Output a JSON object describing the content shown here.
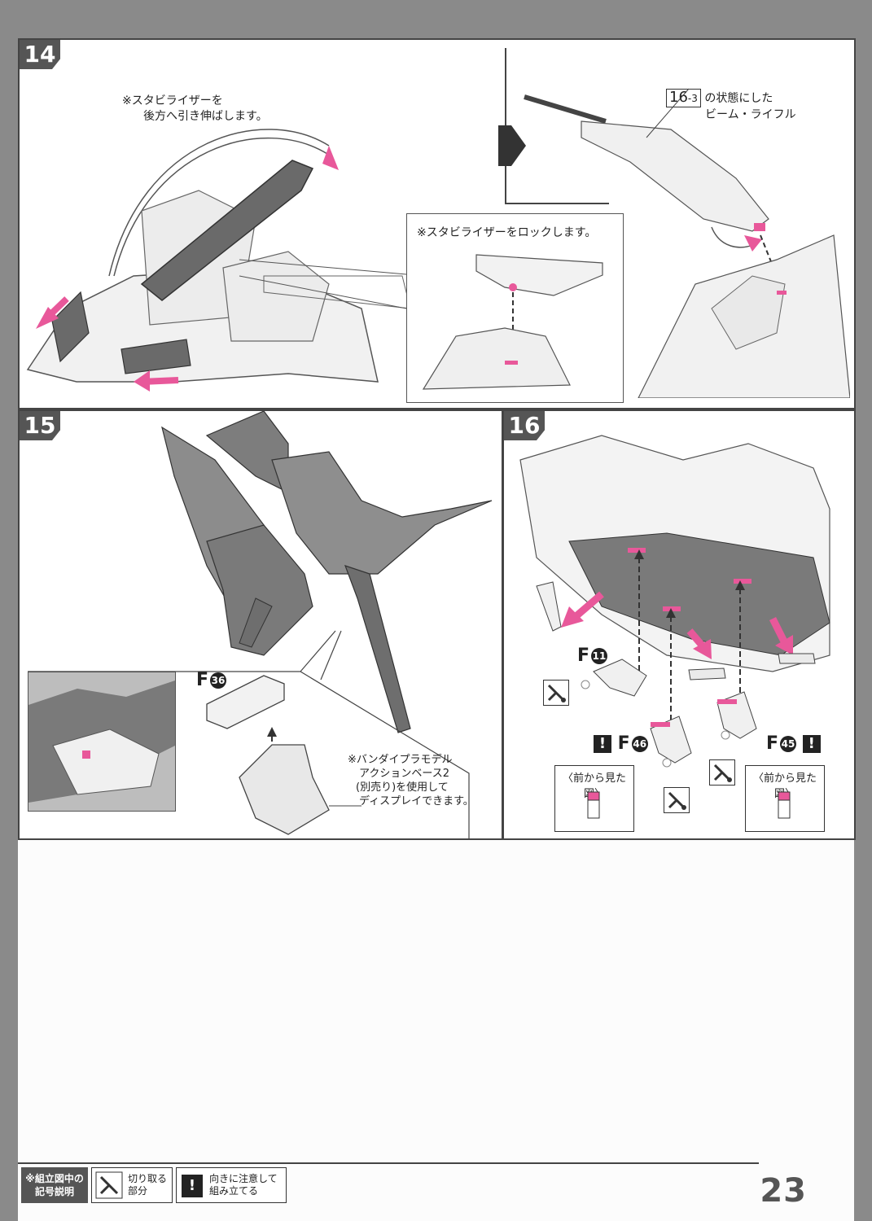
{
  "steps": [
    {
      "number": "14"
    },
    {
      "number": "15"
    },
    {
      "number": "16"
    }
  ],
  "step14": {
    "note_stabilizer_line1": "※スタビライザーを",
    "note_stabilizer_line2": "後方へ引き伸ばします。",
    "lock_note": "※スタビライザーをロックします。",
    "rifle_ref": "16",
    "rifle_ref_sub": "-3",
    "rifle_note_line1": "の状態にした",
    "rifle_note_line2": "ビーム・ライフル"
  },
  "step15": {
    "part": "F",
    "part_num": "36",
    "note_line1": "※バンダイプラモデル",
    "note_line2": "アクションベース2",
    "note_line3": "(別売り)を使用して",
    "note_line4": "ディスプレイできます。"
  },
  "step16": {
    "part_a": "F",
    "part_a_num": "11",
    "part_b": "F",
    "part_b_num": "46",
    "part_c": "F",
    "part_c_num": "45",
    "warn_mark": "!",
    "front_view_label": "〈前から見た図〉"
  },
  "legend": {
    "title_line1": "※組立図中の",
    "title_line2": "記号説明",
    "cut_line1": "切り取る",
    "cut_line2": "部分",
    "warn_mark": "!",
    "orient_line1": "向きに注意して",
    "orient_line2": "組み立てる"
  },
  "page_number": "23",
  "colors": {
    "accent": "#e8589a",
    "frame": "#444444",
    "gray_part": "#6a6a6a"
  }
}
